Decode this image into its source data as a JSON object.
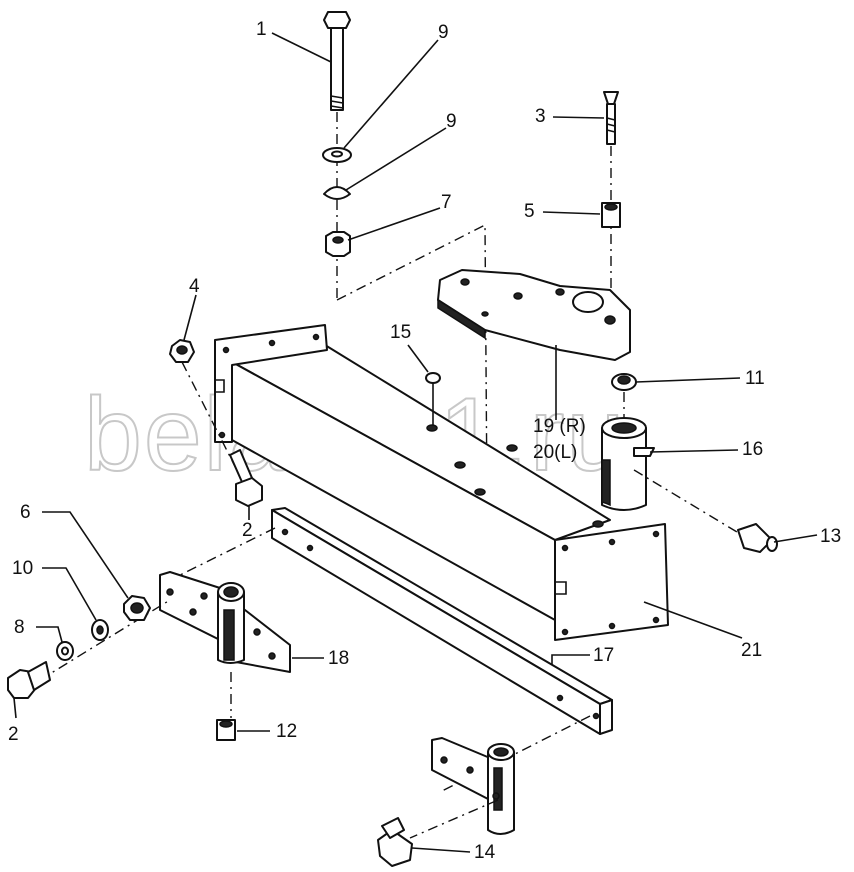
{
  "watermark": "belarus1.ru",
  "callouts": [
    {
      "id": "c1",
      "text": "1"
    },
    {
      "id": "c9a",
      "text": "9"
    },
    {
      "id": "c9b",
      "text": "9"
    },
    {
      "id": "c7",
      "text": "7"
    },
    {
      "id": "c3",
      "text": "3"
    },
    {
      "id": "c5",
      "text": "5"
    },
    {
      "id": "c4",
      "text": "4"
    },
    {
      "id": "c15",
      "text": "15"
    },
    {
      "id": "c11",
      "text": "11"
    },
    {
      "id": "c19",
      "text": "19 (R)"
    },
    {
      "id": "c20",
      "text": "20(L)"
    },
    {
      "id": "c16",
      "text": "16"
    },
    {
      "id": "c13",
      "text": "13"
    },
    {
      "id": "c2a",
      "text": "2"
    },
    {
      "id": "c6",
      "text": "6"
    },
    {
      "id": "c10",
      "text": "10"
    },
    {
      "id": "c8",
      "text": "8"
    },
    {
      "id": "c2b",
      "text": "2"
    },
    {
      "id": "c18",
      "text": "18"
    },
    {
      "id": "c12",
      "text": "12"
    },
    {
      "id": "c17",
      "text": "17"
    },
    {
      "id": "c21",
      "text": "21"
    },
    {
      "id": "c14",
      "text": "14"
    }
  ]
}
